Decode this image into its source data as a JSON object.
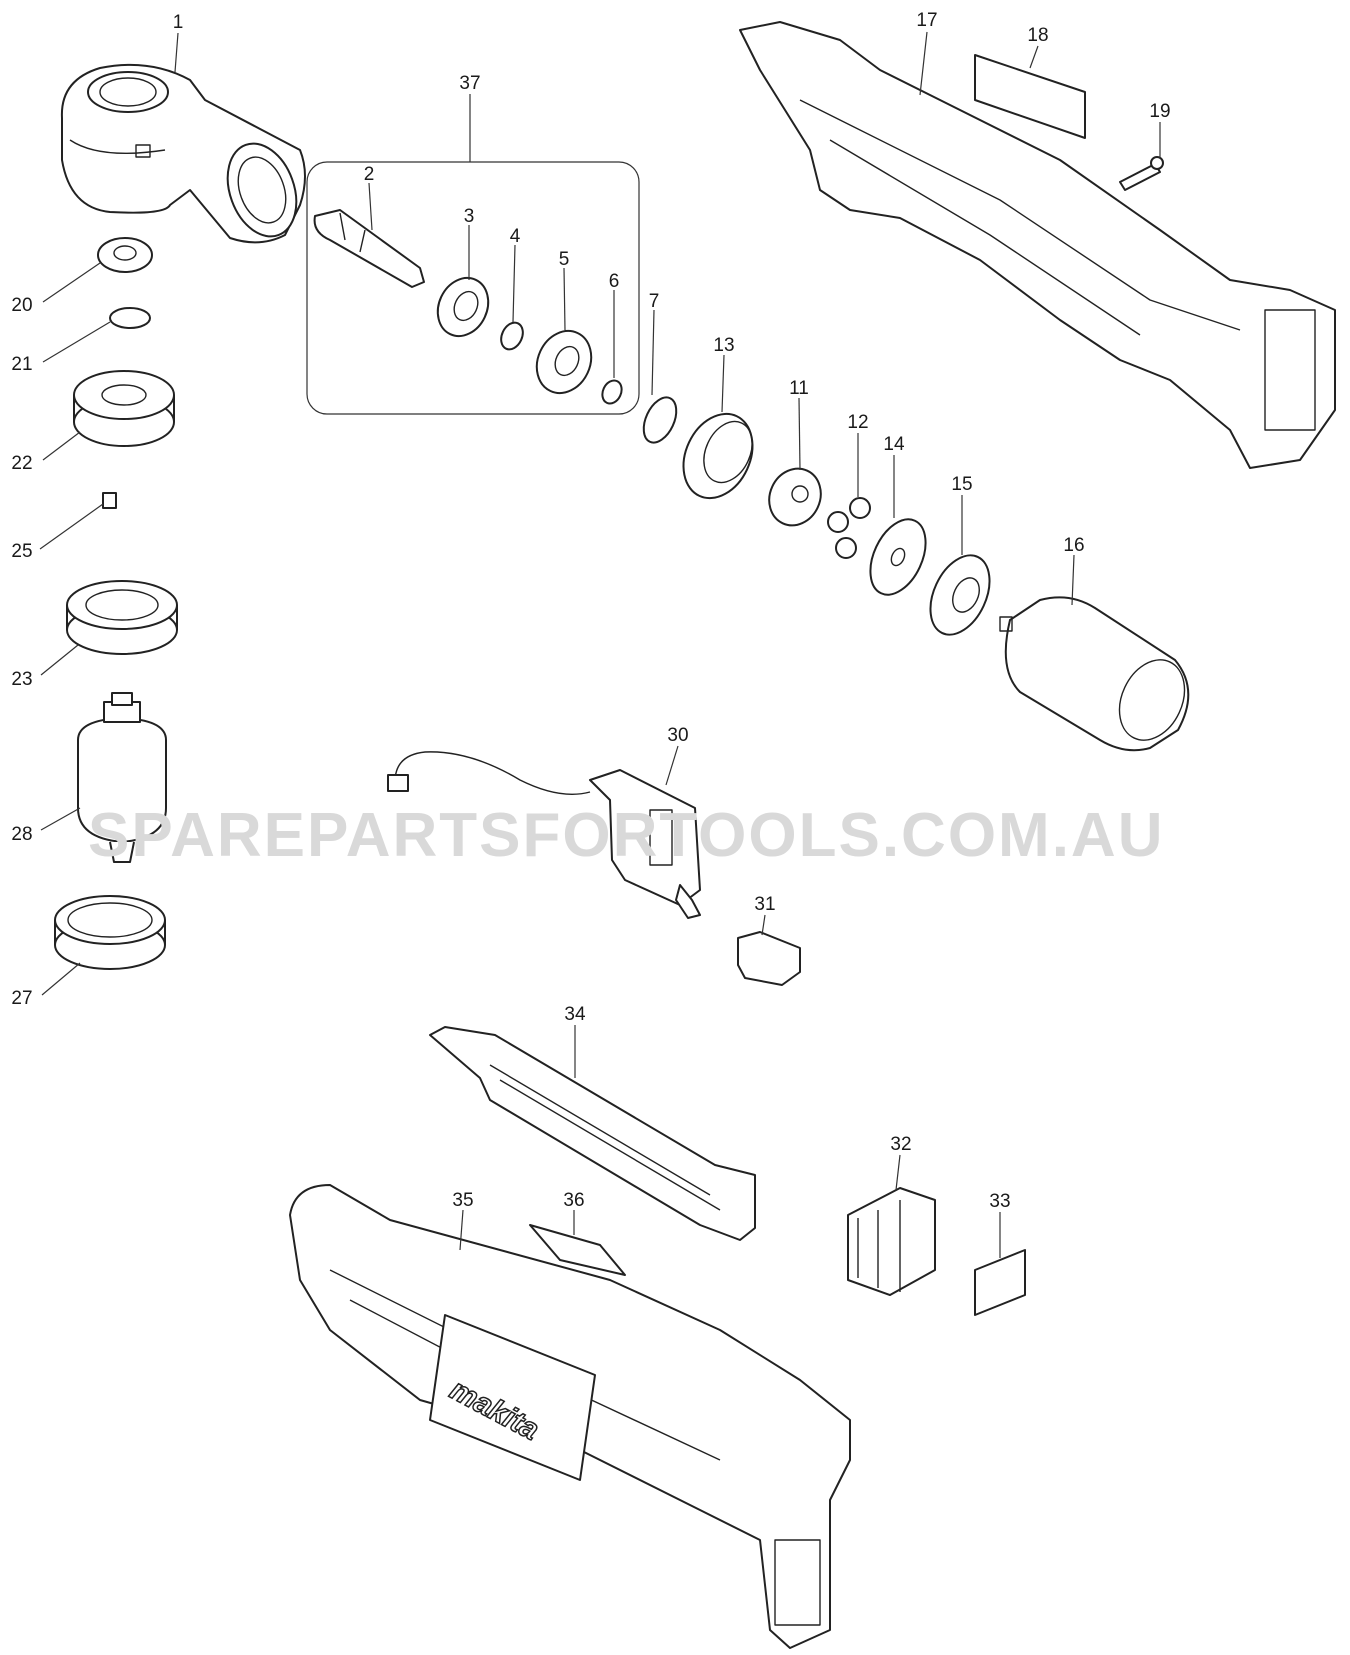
{
  "watermark": "SPAREPARTSFORTOOLS.COM.AU",
  "brand_logo": "makita",
  "callouts": [
    "1",
    "2",
    "3",
    "4",
    "5",
    "6",
    "7",
    "11",
    "12",
    "13",
    "14",
    "15",
    "16",
    "17",
    "18",
    "19",
    "20",
    "21",
    "22",
    "23",
    "25",
    "27",
    "28",
    "30",
    "31",
    "32",
    "33",
    "34",
    "35",
    "36",
    "37"
  ]
}
